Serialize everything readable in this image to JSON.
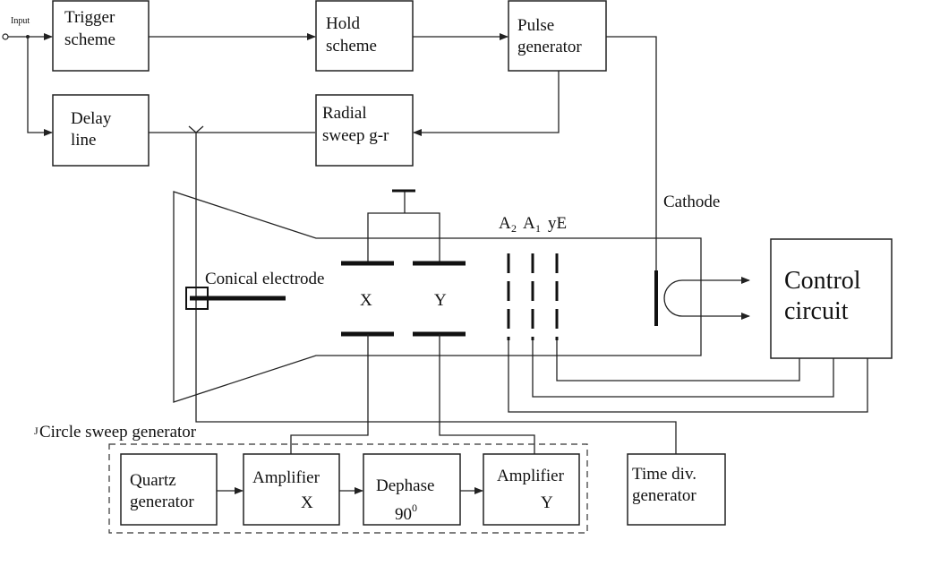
{
  "input_label": "Input",
  "trigger": {
    "line1": "Trigger",
    "line2": "scheme"
  },
  "hold": {
    "line1": "Hold",
    "line2": "scheme"
  },
  "pulse": {
    "line1": "Pulse",
    "line2": "generator"
  },
  "delay": {
    "line1": "Delay",
    "line2": "line"
  },
  "radial": {
    "line1": "Radial",
    "line2": "sweep g-r"
  },
  "cathode_label": "Cathode",
  "electrodes": {
    "a2": "A",
    "a2_sub": "2",
    "a1": "A",
    "a1_sub": "1",
    "ye": "yE"
  },
  "conical_label": "Conical electrode",
  "plate_x": "X",
  "plate_y": "Y",
  "control": {
    "line1": "Control",
    "line2": "circuit"
  },
  "circle_sweep_label": "Circle sweep generator",
  "circle_sweep_mark": "J",
  "quartz": {
    "line1": "Quartz",
    "line2": "generator"
  },
  "amp_x": {
    "line1": "Amplifier",
    "line2": "X"
  },
  "dephase": {
    "line1": "Dephase",
    "line2": "90",
    "sup": "0"
  },
  "amp_y": {
    "line1": "Amplifier",
    "line2": "Y"
  },
  "time_div": {
    "line1": "Time div.",
    "line2": "generator"
  }
}
